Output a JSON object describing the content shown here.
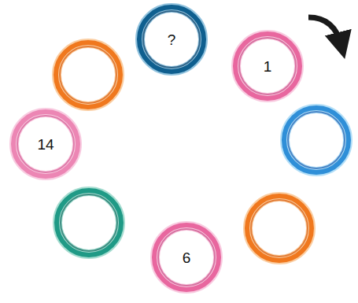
{
  "diagram": {
    "nodes": [
      {
        "text": [
          "?"
        ]
      },
      {
        "text": [
          "1"
        ]
      },
      {
        "text": [
          "14"
        ]
      },
      {
        "text": [
          "6"
        ]
      }
    ]
  }
}
